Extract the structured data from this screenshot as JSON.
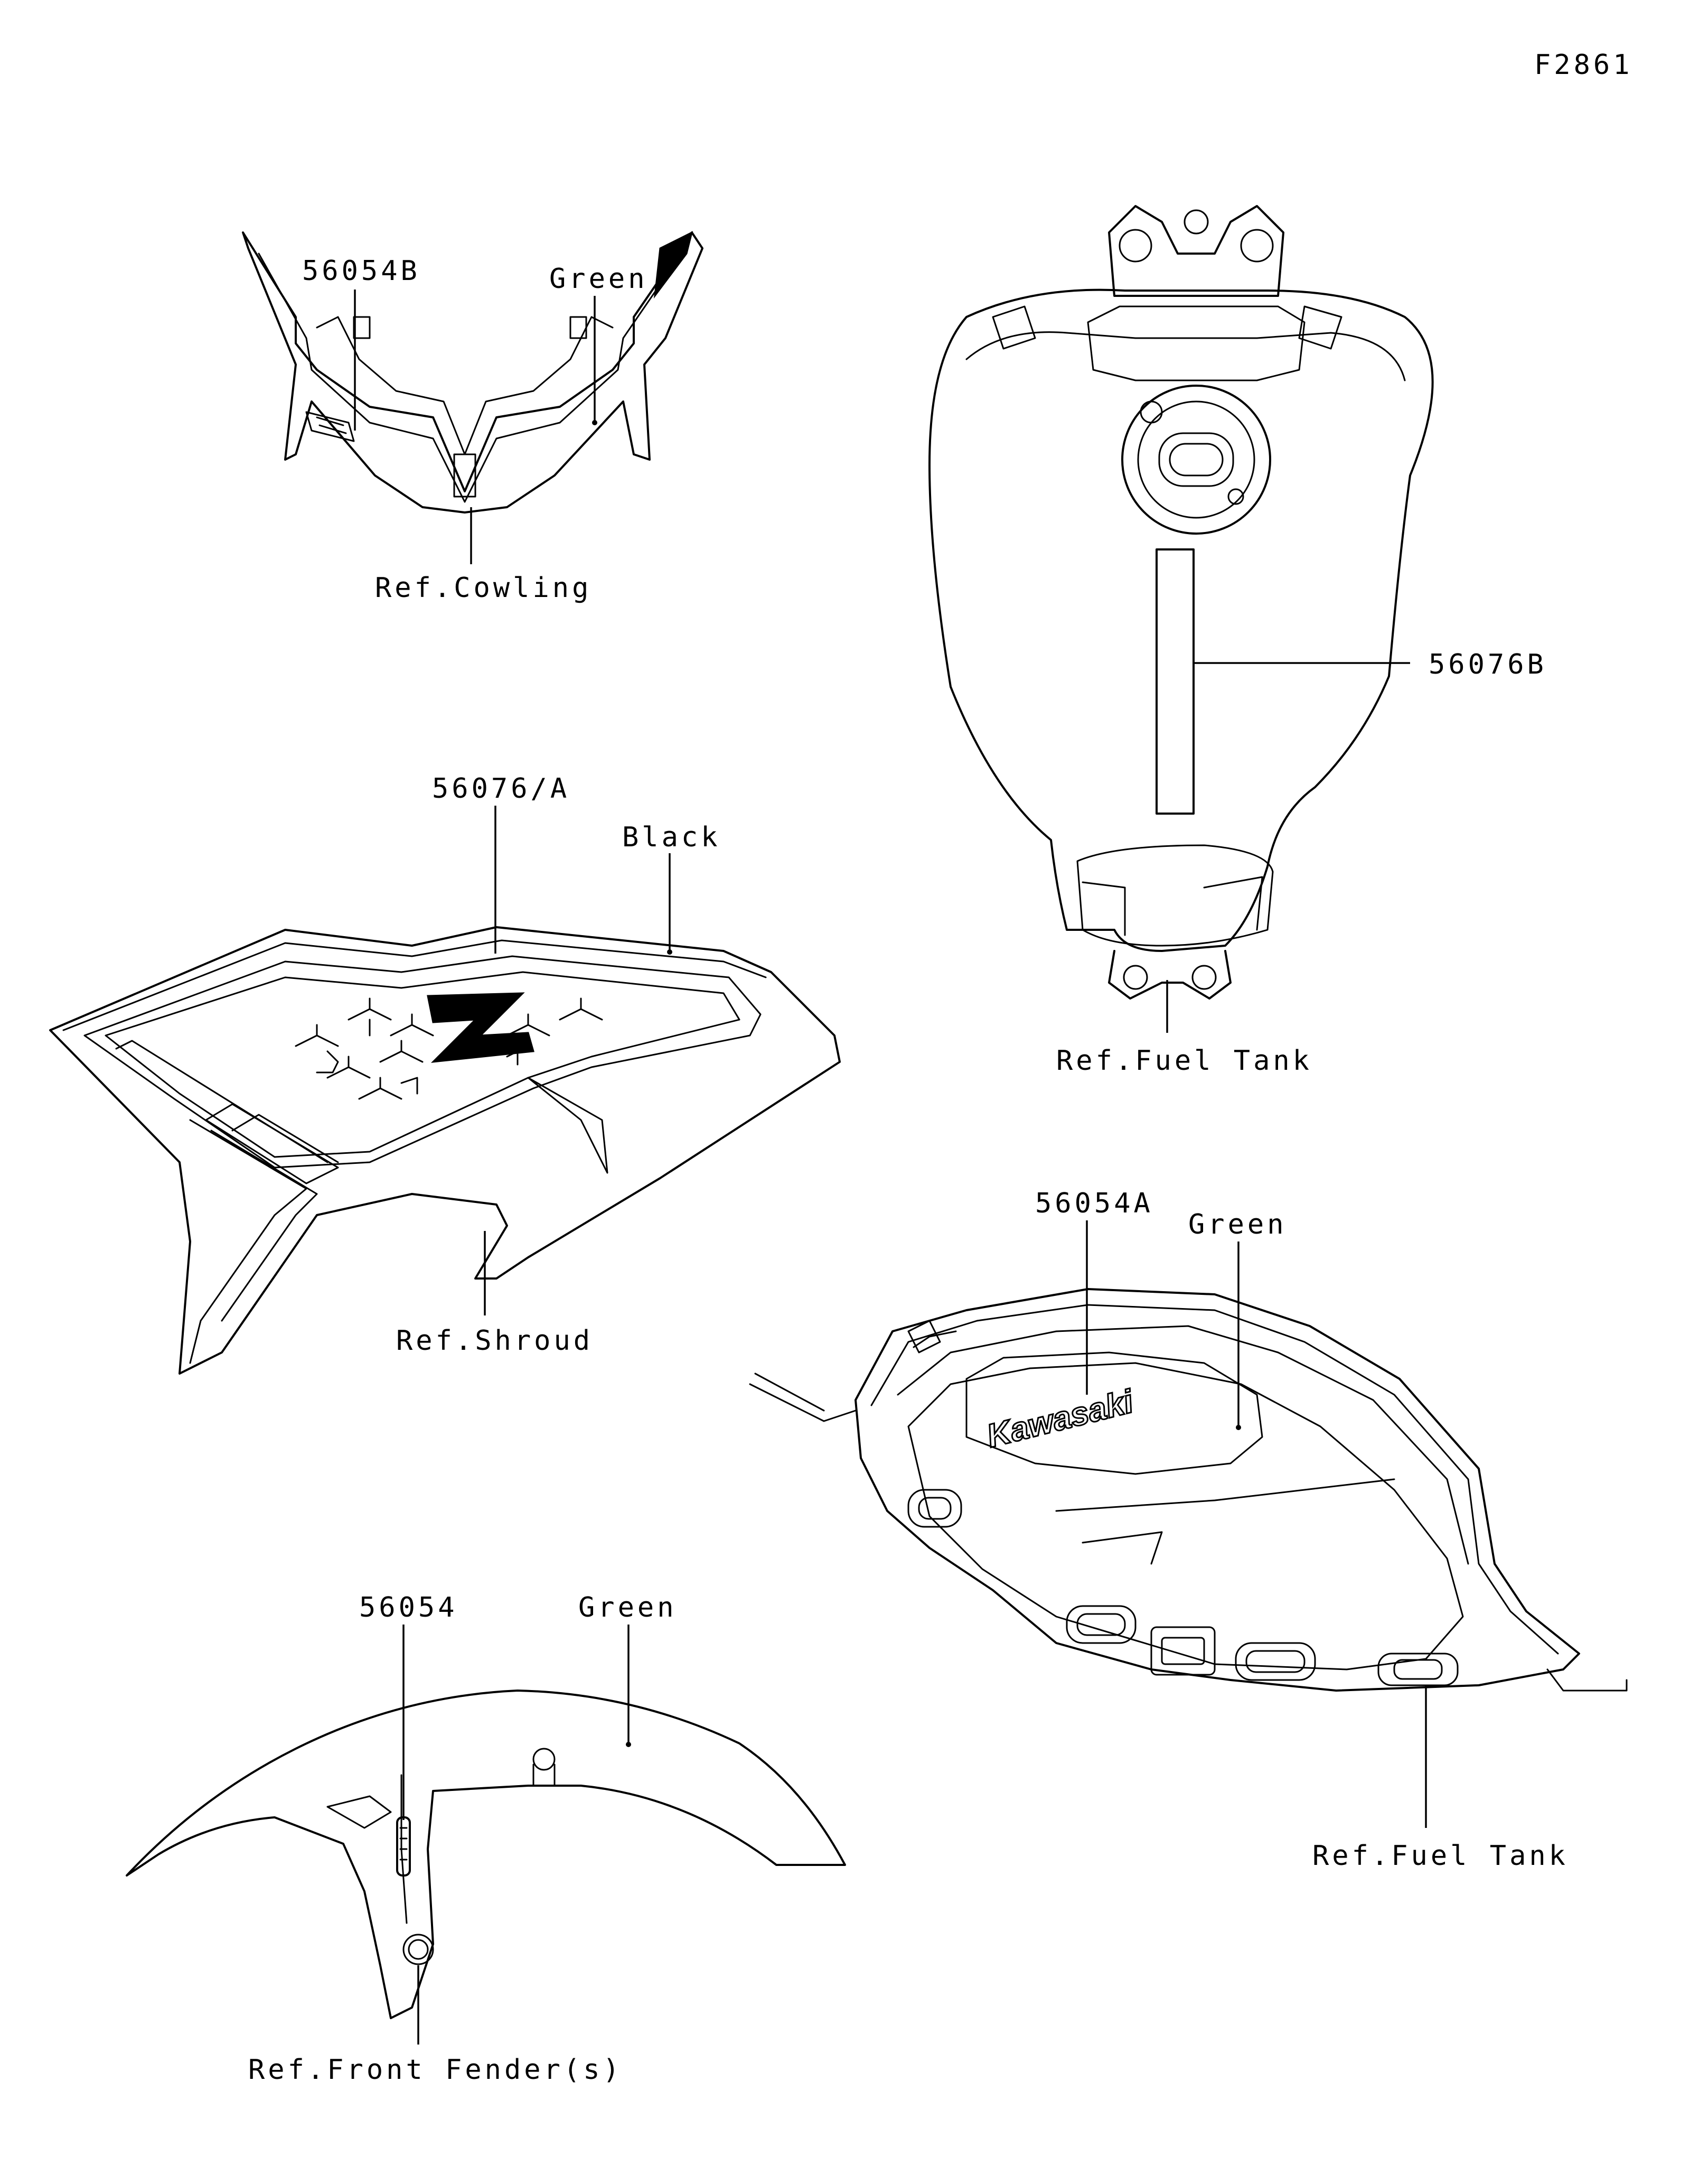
{
  "figure_code": "F2861",
  "logo_text": "Kawasaki",
  "groups": {
    "cowling": {
      "part_number": "56054B",
      "color": "Green",
      "reference": "Ref.Cowling"
    },
    "fuel_tank_top": {
      "part_number": "56076B",
      "reference": "Ref.Fuel Tank"
    },
    "shroud": {
      "part_number": "56076/A",
      "color": "Black",
      "reference": "Ref.Shroud"
    },
    "fuel_tank_side": {
      "part_number": "56054A",
      "color": "Green",
      "reference": "Ref.Fuel Tank"
    },
    "front_fender": {
      "part_number": "56054",
      "color": "Green",
      "reference": "Ref.Front Fender(s)"
    }
  }
}
